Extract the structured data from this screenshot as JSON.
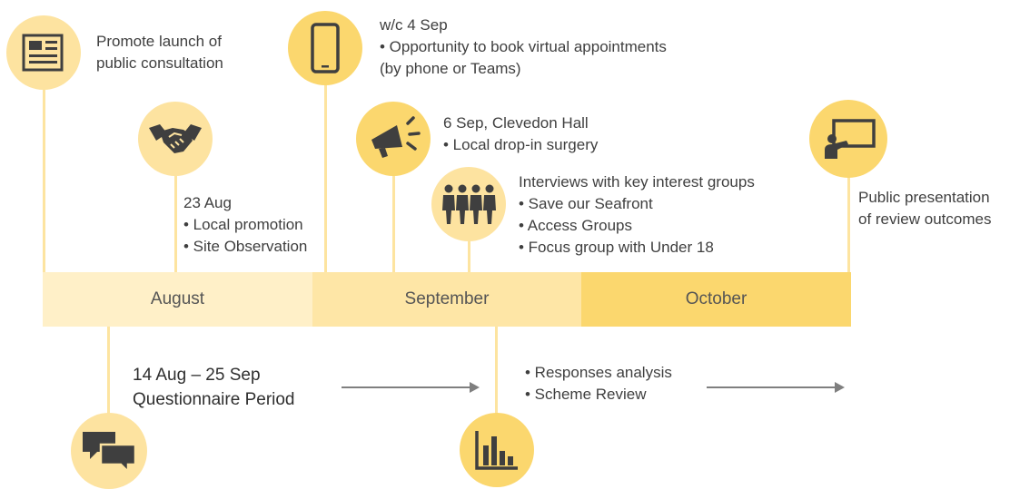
{
  "colors": {
    "circle_fill": "#fde3a0",
    "circle_fill_strong": "#fbd76e",
    "icon": "#3f3f3f",
    "connector": "#fde4a0",
    "month_august": "#fff0c8",
    "month_september": "#fee6a6",
    "month_october": "#fbd76e",
    "arrow": "#7f7f7f"
  },
  "months": [
    "August",
    "September",
    "October"
  ],
  "events": {
    "promote": {
      "icon": "newspaper-icon",
      "lines": [
        "Promote launch of",
        "public consultation"
      ]
    },
    "virtual": {
      "icon": "smartphone-icon",
      "lines": [
        "w/c 4 Sep",
        "• Opportunity to book virtual appointments",
        "(by phone or Teams)"
      ]
    },
    "local_promotion": {
      "icon": "handshake-icon",
      "lines": [
        "23 Aug",
        "• Local promotion",
        "• Site Observation"
      ]
    },
    "drop_in": {
      "icon": "megaphone-icon",
      "lines": [
        "6 Sep, Clevedon  Hall",
        "• Local drop-in surgery"
      ]
    },
    "interviews": {
      "icon": "people-group-icon",
      "lines": [
        "Interviews with key interest groups",
        "• Save our Seafront",
        "• Access Groups",
        "• Focus group with Under 18"
      ]
    },
    "presentation": {
      "icon": "presentation-board-icon",
      "lines": [
        "Public presentation",
        "of review outcomes"
      ]
    }
  },
  "below": {
    "questionnaire": {
      "icon": "chat-bubbles-icon",
      "lines": [
        "14 Aug – 25 Sep",
        "Questionnaire Period"
      ]
    },
    "analysis": {
      "icon": "bar-chart-icon",
      "lines": [
        "• Responses  analysis",
        "• Scheme Review"
      ]
    }
  }
}
